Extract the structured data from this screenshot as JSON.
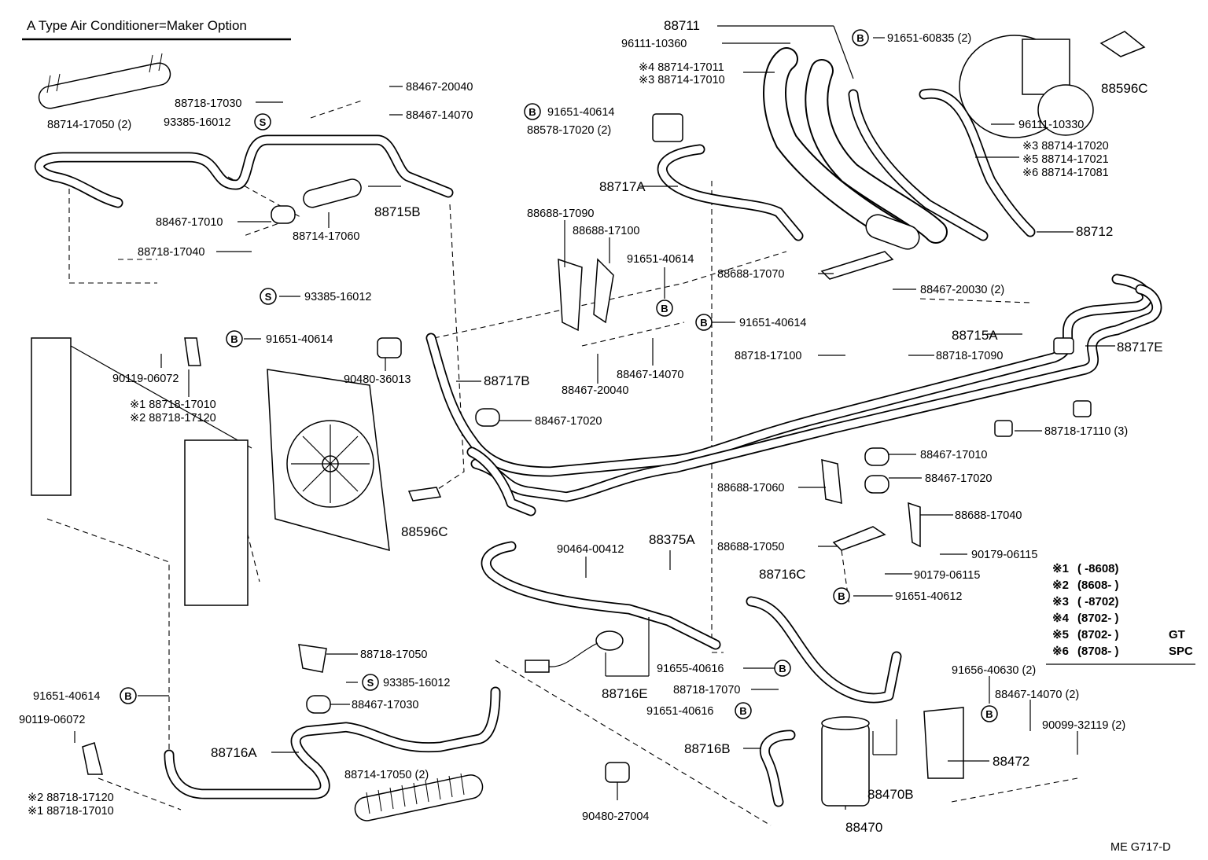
{
  "title": "A Type Air Conditioner=Maker Option",
  "drawing_id": "ME  G717-D",
  "symbols": {
    "bolt": "B",
    "screw": "S"
  },
  "assemblies": {
    "a88711": "88711",
    "a88712": "88712",
    "a88715A": "88715A",
    "a88715B": "88715B",
    "a88716A": "88716A",
    "a88716B": "88716B",
    "a88716C": "88716C",
    "a88716E": "88716E",
    "a88717A": "88717A",
    "a88717B": "88717B",
    "a88717E": "88717E",
    "a88470": "88470",
    "a88470B": "88470B",
    "a88472": "88472",
    "a88596C_top": "88596C",
    "a88596C_mid": "88596C",
    "a88375A": "88375A"
  },
  "parts": {
    "p96111_10360": "96111-10360",
    "p88714_17011": "※4 88714-17011",
    "p88714_17010_top": "※3 88714-17010",
    "p91651_60835": "91651-60835 (2)",
    "p96111_10330": "96111-10330",
    "p88714_17020": "※3 88714-17020",
    "p88714_17021": "※5 88714-17021",
    "p88714_17081": "※6 88714-17081",
    "p88467_20040_top": "88467-20040",
    "p88718_17030": "88718-17030",
    "p88467_14070_top": "88467-14070",
    "p93385_16012_top": "93385-16012",
    "p91651_40614_top": "91651-40614",
    "p88578_17020": "88578-17020 (2)",
    "p88714_17050_top": "88714-17050 (2)",
    "p88467_17010_left": "88467-17010",
    "p88714_17060": "88714-17060",
    "p88718_17040": "88718-17040",
    "p93385_16012_mid": "93385-16012",
    "p91651_40614_left": "91651-40614",
    "p90119_06072_top": "90119-06072",
    "p88718_17010_top": "※1 88718-17010",
    "p88718_17120_top": "※2 88718-17120",
    "p90480_36013": "90480-36013",
    "p88688_17090": "88688-17090",
    "p88688_17100": "88688-17100",
    "p91651_40614_c1": "91651-40614",
    "p91651_40614_c2": "91651-40614",
    "p88467_14070_mid": "88467-14070",
    "p88467_20040_mid": "88467-20040",
    "p88467_17020_mid": "88467-17020",
    "p88688_17070": "88688-17070",
    "p88467_20030": "88467-20030 (2)",
    "p88718_17100": "88718-17100",
    "p88718_17090": "88718-17090",
    "p88718_17110": "88718-17110 (3)",
    "p88467_17010_right": "88467-17010",
    "p88467_17020_right": "88467-17020",
    "p88688_17060": "88688-17060",
    "p88688_17040": "88688-17040",
    "p88688_17050": "88688-17050",
    "p90179_06115_a": "90179-06115",
    "p90179_06115_b": "90179-06115",
    "p91651_40612": "91651-40612",
    "p90464_00412": "90464-00412",
    "p88718_17050": "88718-17050",
    "p93385_16012_low": "93385-16012",
    "p91651_40614_low": "91651-40614",
    "p88467_17030": "88467-17030",
    "p90119_06072_low": "90119-06072",
    "p88718_17120_low": "※2 88718-17120",
    "p88718_17010_low": "※1 88718-17010",
    "p88714_17050_low": "88714-17050 (2)",
    "p90480_27004": "90480-27004",
    "p91655_40616": "91655-40616",
    "p88718_17070": "88718-17070",
    "p91651_40616": "91651-40616",
    "p91656_40630": "91656-40630 (2)",
    "p88467_14070_low": "88467-14070 (2)",
    "p90099_32119": "90099-32119 (2)"
  },
  "footnotes": [
    {
      "mark": "※1",
      "range": "(       -8608)",
      "suffix": ""
    },
    {
      "mark": "※2",
      "range": "(8608-       )",
      "suffix": ""
    },
    {
      "mark": "※3",
      "range": "(       -8702)",
      "suffix": ""
    },
    {
      "mark": "※4",
      "range": "(8702-       )",
      "suffix": ""
    },
    {
      "mark": "※5",
      "range": "(8702-       )",
      "suffix": "GT"
    },
    {
      "mark": "※6",
      "range": "(8708-       )",
      "suffix": "SPC"
    }
  ]
}
